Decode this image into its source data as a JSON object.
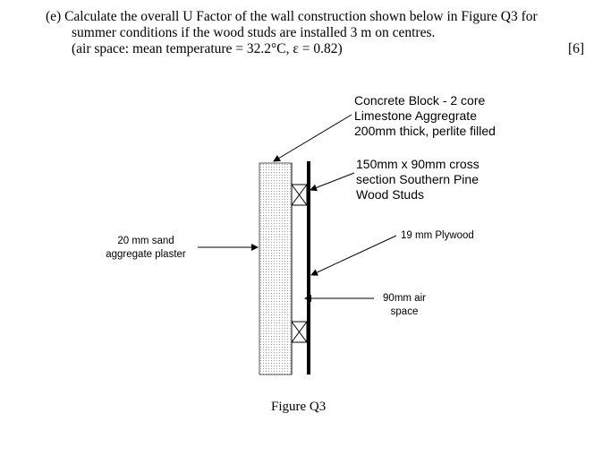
{
  "question": {
    "line1": "(e) Calculate the overall U Factor of the wall construction shown below in Figure Q3 for",
    "line2": "summer conditions if the wood studs are installed 3 m on centres.",
    "line3": "(air space: mean temperature = 32.2°C, ε = 0.82)",
    "marks": "[6]"
  },
  "figure": {
    "caption": "Figure Q3",
    "labels": {
      "concrete_block": [
        "Concrete Block - 2 core",
        "Limestone Aggregrate",
        "200mm thick, perlite filled"
      ],
      "wood_studs": [
        "150mm x 90mm cross",
        "section Southern Pine",
        "Wood Studs"
      ],
      "plywood": [
        "19 mm Plywood"
      ],
      "sand_plaster": [
        "20 mm sand",
        "aggregate plaster"
      ],
      "air_space": [
        "90mm air",
        "space"
      ]
    }
  }
}
